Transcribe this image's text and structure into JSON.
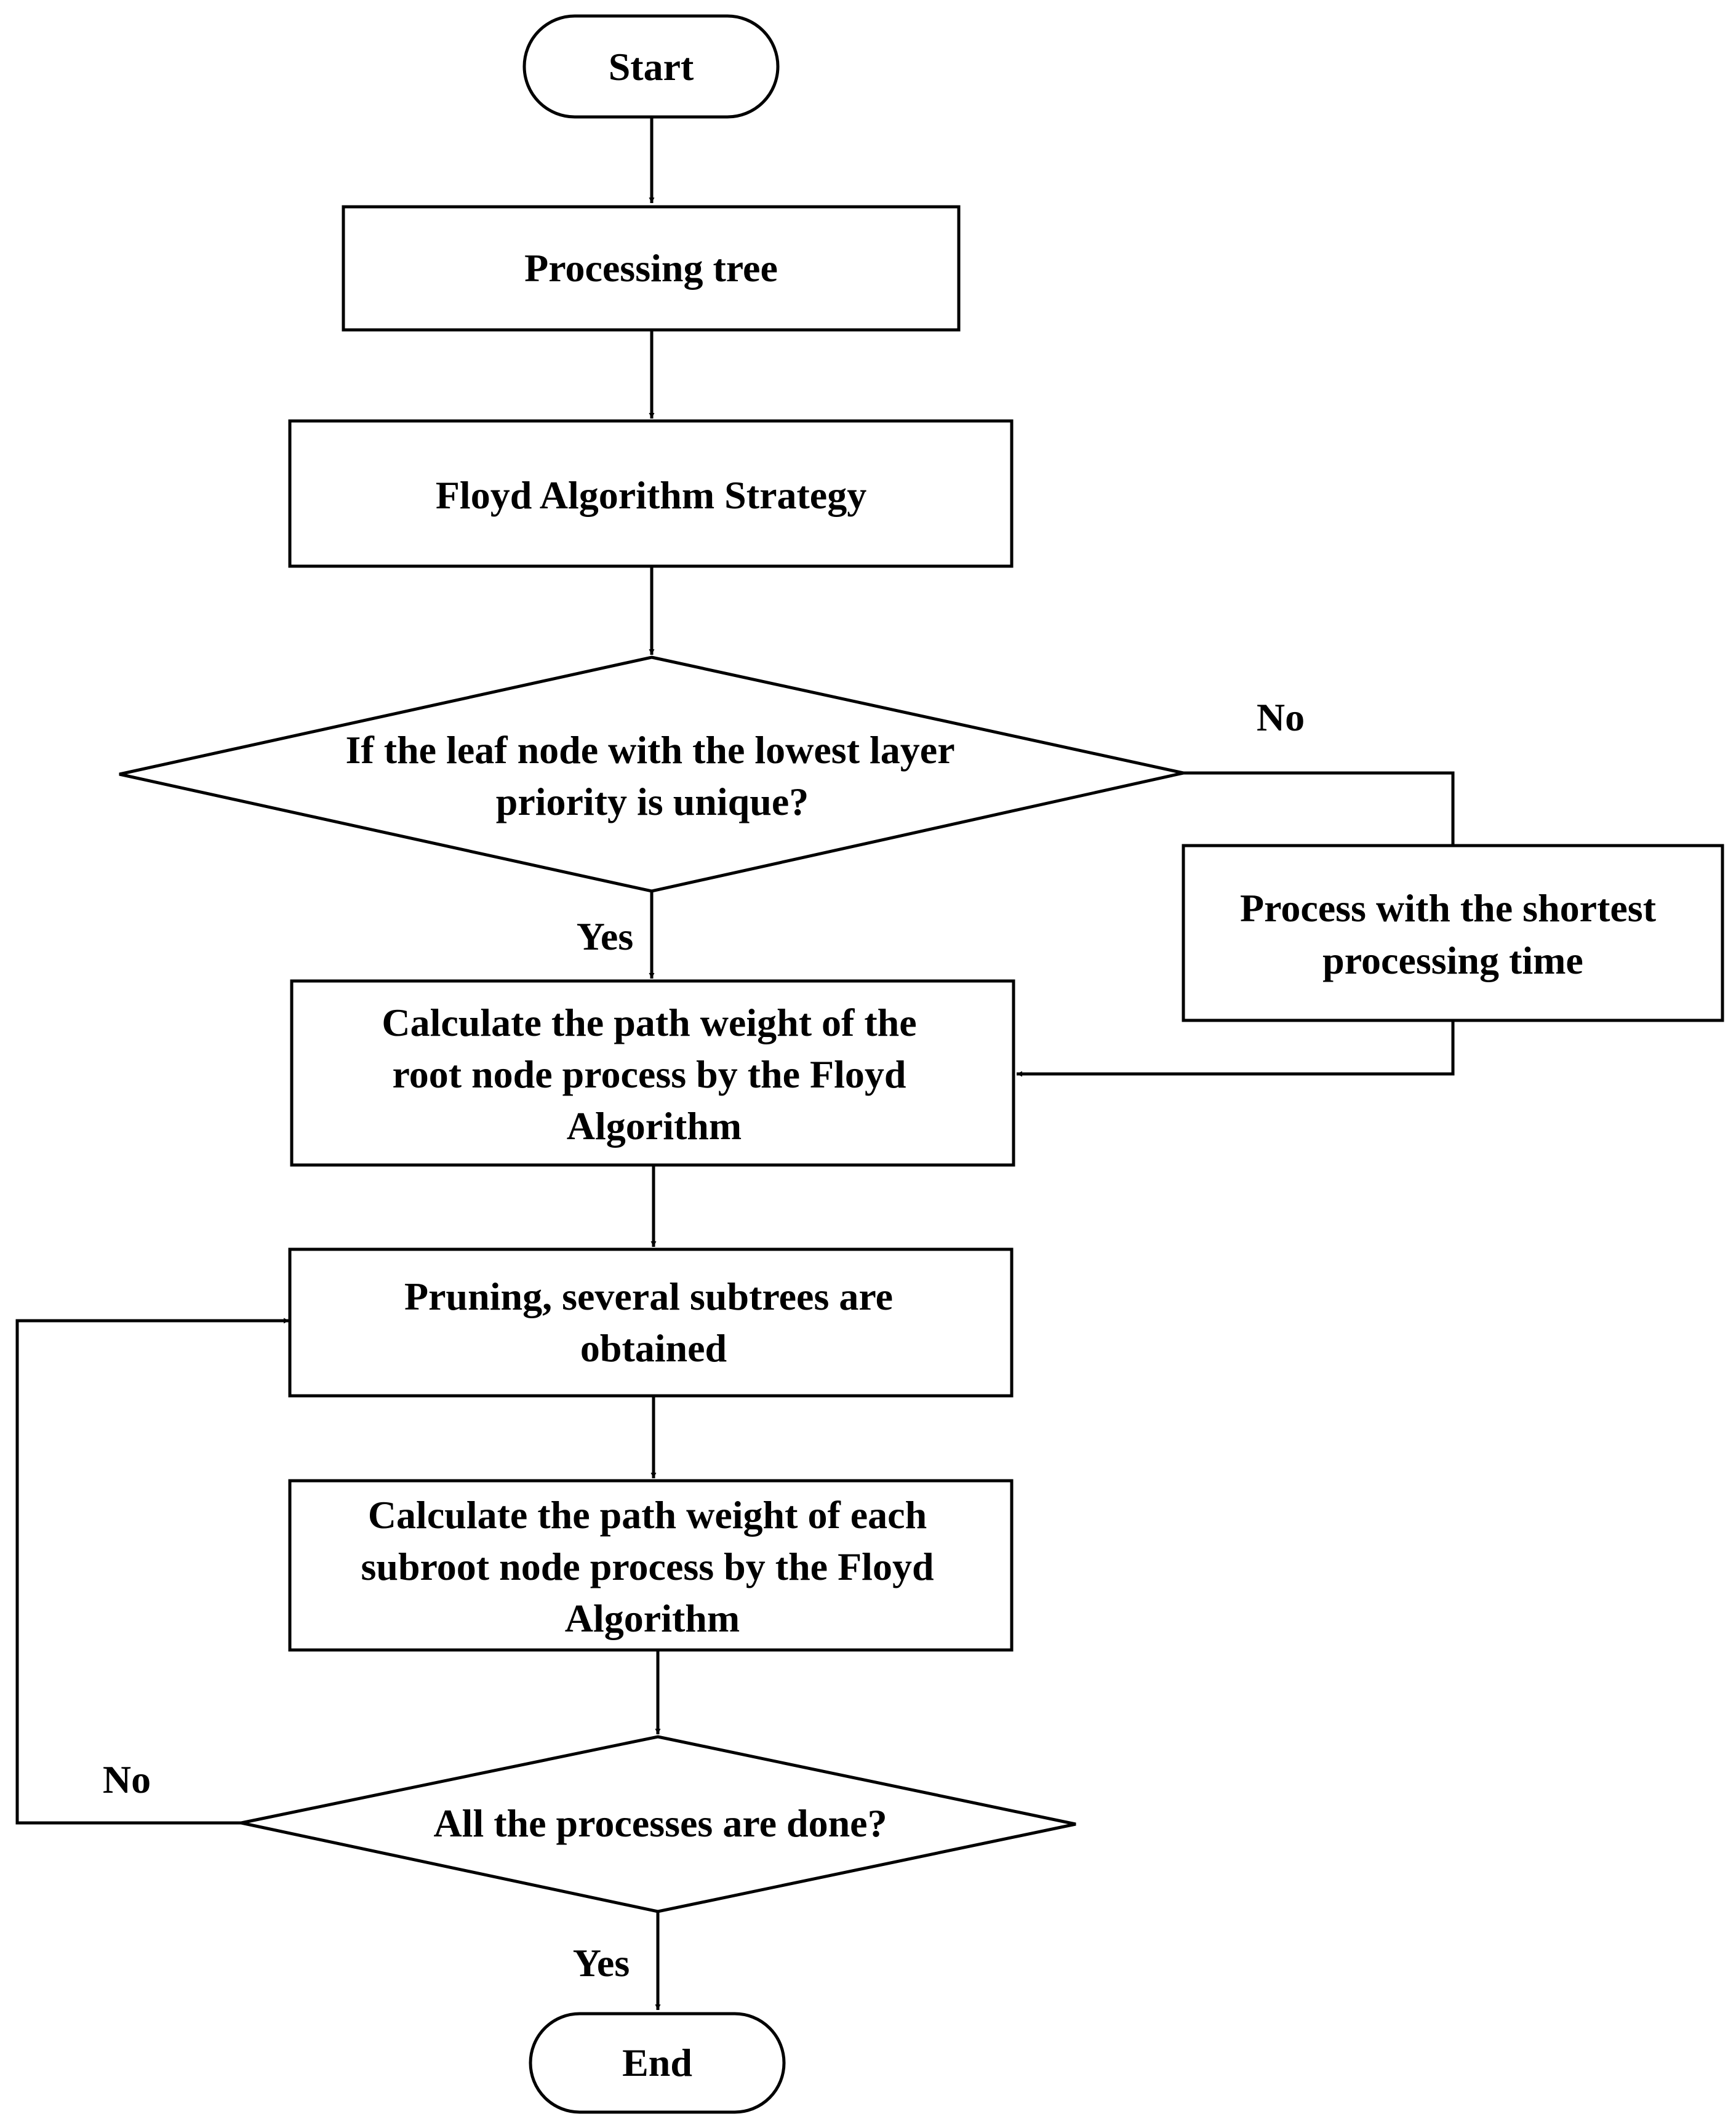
{
  "diagram": {
    "nodes": {
      "start": {
        "lines": [
          "Start"
        ]
      },
      "processing_tree": {
        "lines": [
          "Processing tree"
        ]
      },
      "floyd_strategy": {
        "lines": [
          "Floyd Algorithm Strategy"
        ]
      },
      "decision_unique": {
        "lines": [
          "If the leaf node with the lowest layer",
          "priority is unique?"
        ]
      },
      "shortest_time": {
        "lines": [
          "Process with the shortest",
          "processing time"
        ]
      },
      "calc_root": {
        "lines": [
          "Calculate the path weight of the",
          "root node process by the Floyd",
          "Algorithm"
        ]
      },
      "pruning": {
        "lines": [
          "Pruning, several subtrees are",
          "obtained"
        ]
      },
      "calc_subroot": {
        "lines": [
          "Calculate the path weight of each",
          "subroot node process by the Floyd",
          "Algorithm"
        ]
      },
      "decision_done": {
        "lines": [
          "All the processes are done?"
        ]
      },
      "end": {
        "lines": [
          "End"
        ]
      }
    },
    "edge_labels": {
      "unique_no": "No",
      "unique_yes": "Yes",
      "done_no": "No",
      "done_yes": "Yes"
    }
  }
}
